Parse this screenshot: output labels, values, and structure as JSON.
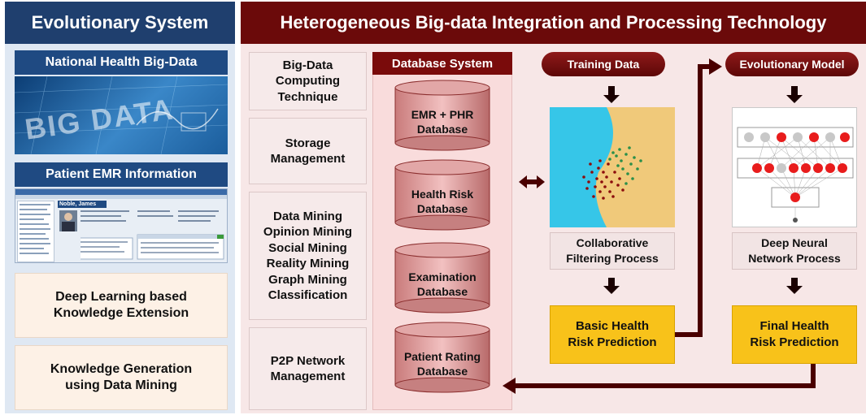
{
  "left": {
    "header": "Evolutionary System",
    "national_title": "National Health Big-Data",
    "big_data_text": "BIG DATA",
    "emr_title": "Patient EMR Information",
    "emr_patient_name": "Noble, James",
    "box1_line1": "Deep Learning based",
    "box1_line2": "Knowledge Extension",
    "box2_line1": "Knowledge Generation",
    "box2_line2": "using Data Mining"
  },
  "right": {
    "header": "Heterogeneous Big-data Integration and Processing Technology",
    "tech1": [
      "Big-Data",
      "Computing",
      "Technique"
    ],
    "tech2": [
      "Storage",
      "Management"
    ],
    "tech3": [
      "Data Mining",
      "Opinion Mining",
      "Social Mining",
      "Reality Mining",
      "Graph Mining",
      "Classification"
    ],
    "tech4": [
      "P2P Network",
      "Management"
    ],
    "db_header": "Database System",
    "db1": [
      "EMR + PHR",
      "Database"
    ],
    "db2": [
      "Health Risk",
      "Database"
    ],
    "db3": [
      "Examination",
      "Database"
    ],
    "db4": [
      "Patient Rating",
      "Database"
    ],
    "training_label": "Training Data",
    "evolutionary_label": "Evolutionary Model",
    "cf_line1": "Collaborative",
    "cf_line2": "Filtering Process",
    "dnn_line1": "Deep Neural",
    "dnn_line2": "Network Process",
    "basic_line1": "Basic Health",
    "basic_line2": "Risk Prediction",
    "final_line1": "Final Health",
    "final_line2": "Risk Prediction"
  },
  "colors": {
    "left_header": "#1f3f6e",
    "right_header": "#6b0a0a",
    "database_cylinder": "#d99a9a",
    "prediction_box": "#f8c21a",
    "arrow": "#4a0000"
  }
}
